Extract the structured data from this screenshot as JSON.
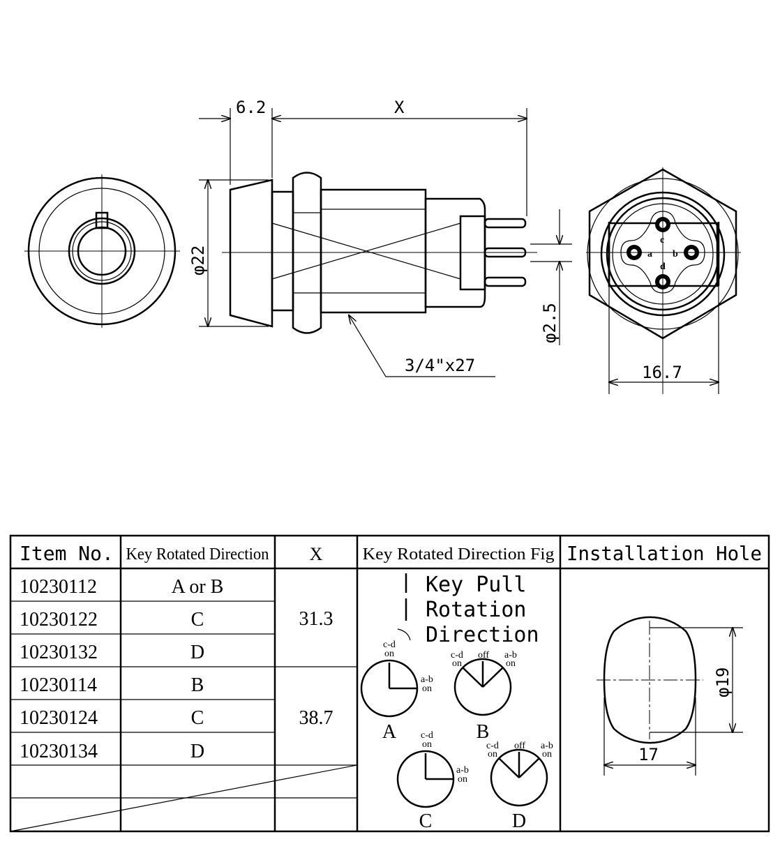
{
  "drawing": {
    "dimensions": {
      "flange_width": "6.2",
      "length_x": "X",
      "diameter_22": "φ22",
      "pin_diameter": "φ2.5",
      "thread": "3/4\"x27",
      "hex_width": "16.7"
    },
    "terminal_labels": [
      "a",
      "b",
      "c",
      "d"
    ]
  },
  "table": {
    "headers": [
      "Item No.",
      "Key Rotated Direction",
      "X",
      "Key Rotated Direction Fig",
      "Installation Hole"
    ],
    "rows": [
      {
        "item": "10230112",
        "direction": "A or B"
      },
      {
        "item": "10230122",
        "direction": "C"
      },
      {
        "item": "10230132",
        "direction": "D"
      },
      {
        "item": "10230114",
        "direction": "B"
      },
      {
        "item": "10230124",
        "direction": "C"
      },
      {
        "item": "10230134",
        "direction": "D"
      }
    ],
    "x_values": [
      "31.3",
      "38.7"
    ],
    "legend": {
      "key_pull": "Key Pull",
      "rotation": "Rotation",
      "direction": "Direction"
    },
    "figs": {
      "labels": [
        "A",
        "B",
        "C",
        "D"
      ],
      "cd_on": "c-d",
      "ab_on": "a-b",
      "on": "on",
      "off": "off"
    },
    "hole": {
      "diameter": "φ19",
      "width": "17"
    }
  }
}
